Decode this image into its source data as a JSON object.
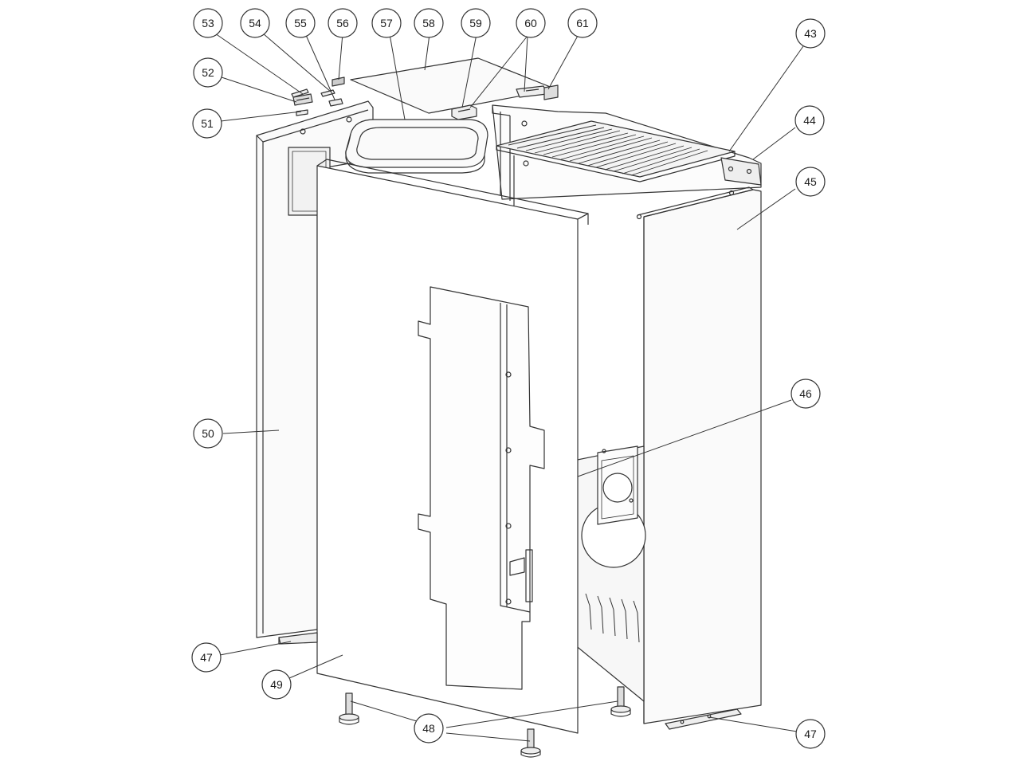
{
  "diagram": {
    "callouts": [
      {
        "id": "c53",
        "label": "53"
      },
      {
        "id": "c54",
        "label": "54"
      },
      {
        "id": "c55",
        "label": "55"
      },
      {
        "id": "c56",
        "label": "56"
      },
      {
        "id": "c57",
        "label": "57"
      },
      {
        "id": "c58",
        "label": "58"
      },
      {
        "id": "c59",
        "label": "59"
      },
      {
        "id": "c60",
        "label": "60"
      },
      {
        "id": "c61",
        "label": "61"
      },
      {
        "id": "c43",
        "label": "43"
      },
      {
        "id": "c52",
        "label": "52"
      },
      {
        "id": "c44",
        "label": "44"
      },
      {
        "id": "c51",
        "label": "51"
      },
      {
        "id": "c45",
        "label": "45"
      },
      {
        "id": "c46",
        "label": "46"
      },
      {
        "id": "c50",
        "label": "50"
      },
      {
        "id": "c47a",
        "label": "47"
      },
      {
        "id": "c49",
        "label": "49"
      },
      {
        "id": "c48",
        "label": "48"
      },
      {
        "id": "c47b",
        "label": "47"
      }
    ]
  }
}
